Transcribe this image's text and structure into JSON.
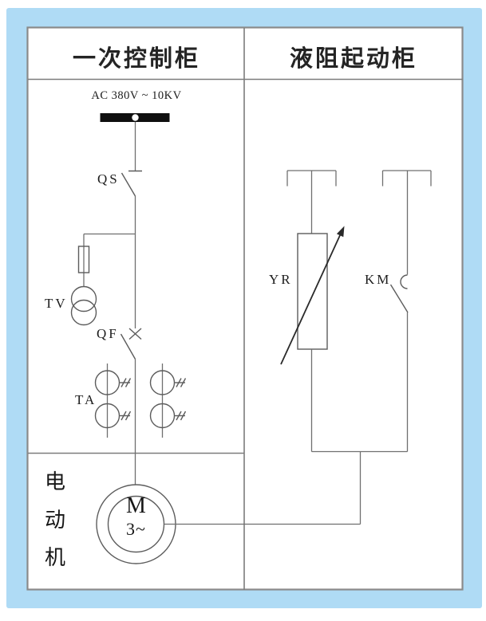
{
  "meta": {
    "diagram_type": "liquid-resistance-motor-starter single-line schematic",
    "colors": {
      "page_background": "#ffffff",
      "mat_blue": "#afdbf5",
      "frame_border": "#8a8a8a",
      "wire_gray": "#6f6f6f",
      "busbar_black": "#0f0f0f",
      "text": "#1c1c1c"
    }
  },
  "header": {
    "left_title": "一次控制柜",
    "right_title": "液阻起动柜"
  },
  "primary_cabinet": {
    "supply_label": "AC 380V ~ 10KV",
    "disconnect_switch_label": "QS",
    "voltage_transformer_label": "TV",
    "breaker_label": "QF",
    "current_transformer_label": "TA"
  },
  "starter_cabinet": {
    "liquid_resistor_label": "YR",
    "contactor_label": "KM"
  },
  "motor": {
    "symbol_letter": "M",
    "phase_label": "3~",
    "name_label": "电动机"
  }
}
